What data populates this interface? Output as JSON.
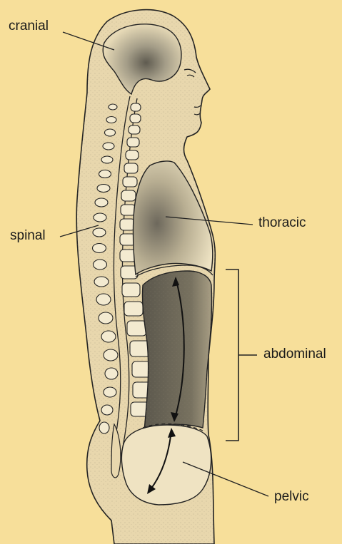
{
  "labels": {
    "cranial": "cranial",
    "spinal": "spinal",
    "thoracic": "thoracic",
    "abdominal": "abdominal",
    "pelvic": "pelvic"
  },
  "colors": {
    "background": "#f7df9a",
    "body": "#ead9b2",
    "cavity_light": "#efe3c2",
    "cavity_dark": "#6f6a5e",
    "outline": "#222222"
  }
}
